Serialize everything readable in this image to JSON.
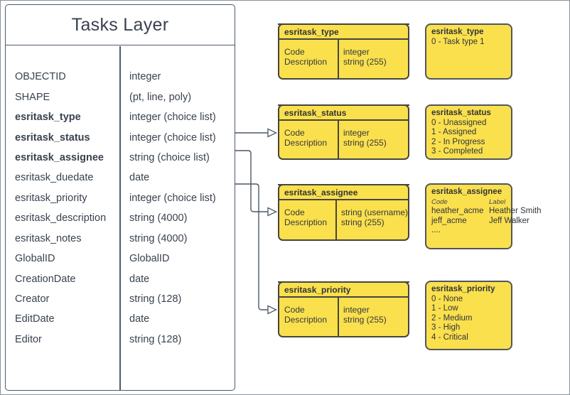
{
  "colors": {
    "node_fill": "#fbe04d",
    "node_border": "#45463c",
    "table_border": "#4e5a68",
    "connector": "#4d5766",
    "text": "#39424e"
  },
  "tasks_layer": {
    "title": "Tasks Layer",
    "fields": [
      {
        "name": "OBJECTID",
        "type": "integer"
      },
      {
        "name": "SHAPE",
        "type": "(pt, line, poly)"
      },
      {
        "name": "esritask_type",
        "type": "integer (choice list)"
      },
      {
        "name": "esritask_status",
        "type": "integer (choice list)"
      },
      {
        "name": "esritask_assignee",
        "type": "string (choice list)"
      },
      {
        "name": "esritask_duedate",
        "type": "date"
      },
      {
        "name": "esritask_priority",
        "type": "integer (choice list)"
      },
      {
        "name": "esritask_description",
        "type": "string (4000)"
      },
      {
        "name": "esritask_notes",
        "type": "string (4000)"
      },
      {
        "name": "GlobalID",
        "type": "GlobalID"
      },
      {
        "name": "CreationDate",
        "type": "date"
      },
      {
        "name": "Creator",
        "type": "string (128)"
      },
      {
        "name": "EditDate",
        "type": "date"
      },
      {
        "name": "Editor",
        "type": "string (128)"
      }
    ]
  },
  "domain_tables": [
    {
      "title": "esritask_type",
      "code_label": "Code",
      "description_label": "Description",
      "code_type": "integer",
      "description_type": "string (255)"
    },
    {
      "title": "esritask_status",
      "code_label": "Code",
      "description_label": "Description",
      "code_type": "integer",
      "description_type": "string (255)"
    },
    {
      "title": "esritask_assignee",
      "code_label": "Code",
      "description_label": "Description",
      "code_type": "string (username)",
      "description_type": "string (255)"
    },
    {
      "title": "esritask_priority",
      "code_label": "Code",
      "description_label": "Description",
      "code_type": "integer",
      "description_type": "string (255)"
    }
  ],
  "value_lists": [
    {
      "title": "esritask_type",
      "values": [
        "0 - Task type 1"
      ]
    },
    {
      "title": "esritask_status",
      "values": [
        "0 - Unassigned",
        "1 - Assigned",
        "2 - In Progress",
        "3 - Completed"
      ]
    },
    {
      "title": "esritask_assignee",
      "code_header": "Code",
      "label_header": "Label",
      "rows": [
        {
          "code": "heather_acme",
          "label": "Heather Smith"
        },
        {
          "code": "jeff_acme",
          "label": "Jeff Walker"
        }
      ],
      "ellipsis": "...."
    },
    {
      "title": "esritask_priority",
      "values": [
        "0 - None",
        "1 - Low",
        "2 - Medium",
        "3 - High",
        "4 - Critical"
      ]
    }
  ]
}
